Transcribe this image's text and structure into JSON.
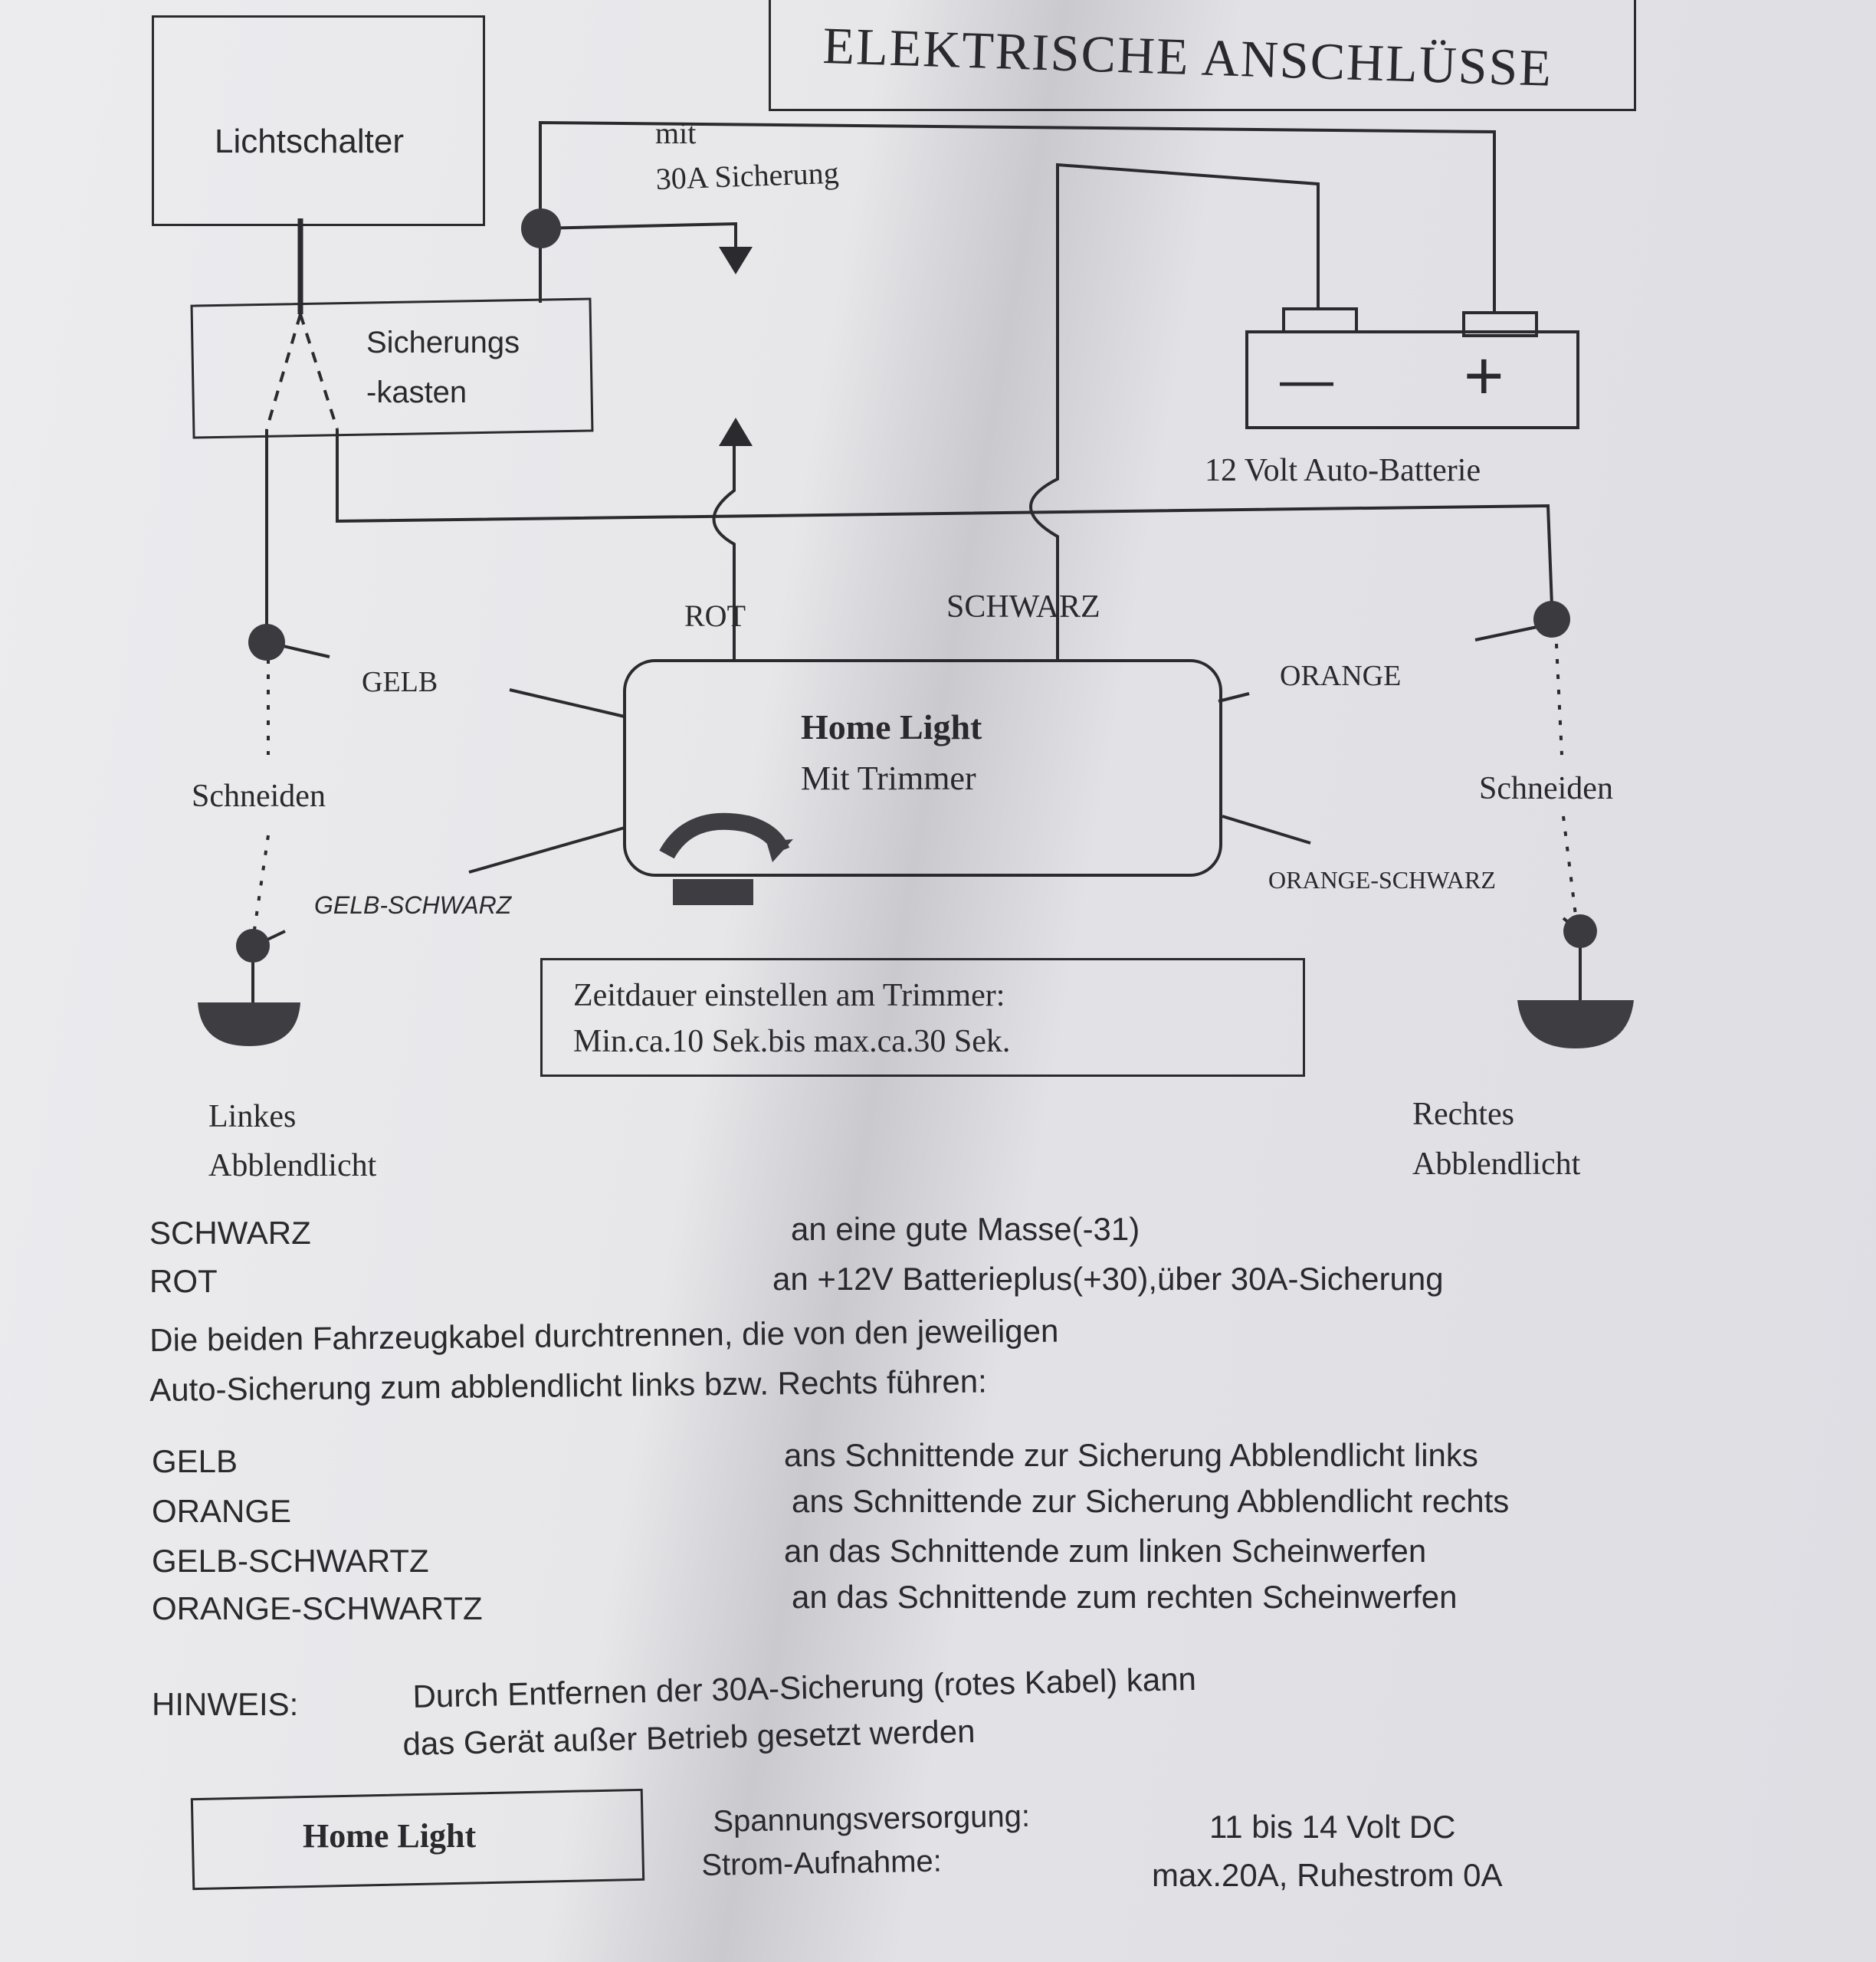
{
  "title": "ELEKTRISCHE ANSCHLÜSSE",
  "diagram": {
    "lichtschalter": "Lichtschalter",
    "sicherungskasten_line1": "Sicherungs",
    "sicherungskasten_line2": "-kasten",
    "fuse_note_line1": "mit",
    "fuse_note_line2": "30A Sicherung",
    "battery_label": "12 Volt Auto-Batterie",
    "battery_minus": "—",
    "battery_plus": "+",
    "wire_rot": "ROT",
    "wire_schwarz": "SCHWARZ",
    "wire_gelb": "GELB",
    "wire_orange": "ORANGE",
    "wire_gelb_schwarz": "GELB-SCHWARZ",
    "wire_orange_schwarz": "ORANGE-SCHWARZ",
    "cut_left": "Schneiden",
    "cut_right": "Schneiden",
    "module_line1": "Home Light",
    "module_line2": "Mit Trimmer",
    "trimmer_note_line1": "Zeitdauer einstellen am Trimmer:",
    "trimmer_note_line2": "Min.ca.10 Sek.bis max.ca.30 Sek.",
    "lamp_left_line1": "Linkes",
    "lamp_left_line2": "Abblendlicht",
    "lamp_right_line1": "Rechtes",
    "lamp_right_line2": "Abblendlicht"
  },
  "instructions": {
    "rows": [
      {
        "label": "SCHWARZ",
        "value": "an eine gute Masse(-31)"
      },
      {
        "label": "ROT",
        "value": "an +12V Batterieplus(+30),über 30A-Sicherung"
      }
    ],
    "para_line1": "Die beiden Fahrzeugkabel durchtrennen, die von den jeweiligen",
    "para_line2": "Auto-Sicherung zum abblendlicht links bzw. Rechts führen:",
    "rows2": [
      {
        "label": "GELB",
        "value": "ans Schnittende zur Sicherung Abblendlicht links"
      },
      {
        "label": "ORANGE",
        "value": "ans Schnittende zur Sicherung Abblendlicht rechts"
      },
      {
        "label": "GELB-SCHWARTZ",
        "value": "an das Schnittende zum linken Scheinwerfen"
      },
      {
        "label": "ORANGE-SCHWARTZ",
        "value": "an das Schnittende zum rechten Scheinwerfen"
      }
    ],
    "hinweis_label": "HINWEIS:",
    "hinweis_line1": "Durch Entfernen der 30A-Sicherung (rotes Kabel) kann",
    "hinweis_line2": "das Gerät außer Betrieb gesetzt werden"
  },
  "footer": {
    "product": "Home Light",
    "spec1_label": "Spannungsversorgung:",
    "spec1_value": "11 bis 14 Volt DC",
    "spec2_label": "Strom-Aufnahme:",
    "spec2_value": "max.20A, Ruhestrom 0A"
  },
  "colors": {
    "ink": "#2b2b2f",
    "paper": "#e7e7ea"
  }
}
